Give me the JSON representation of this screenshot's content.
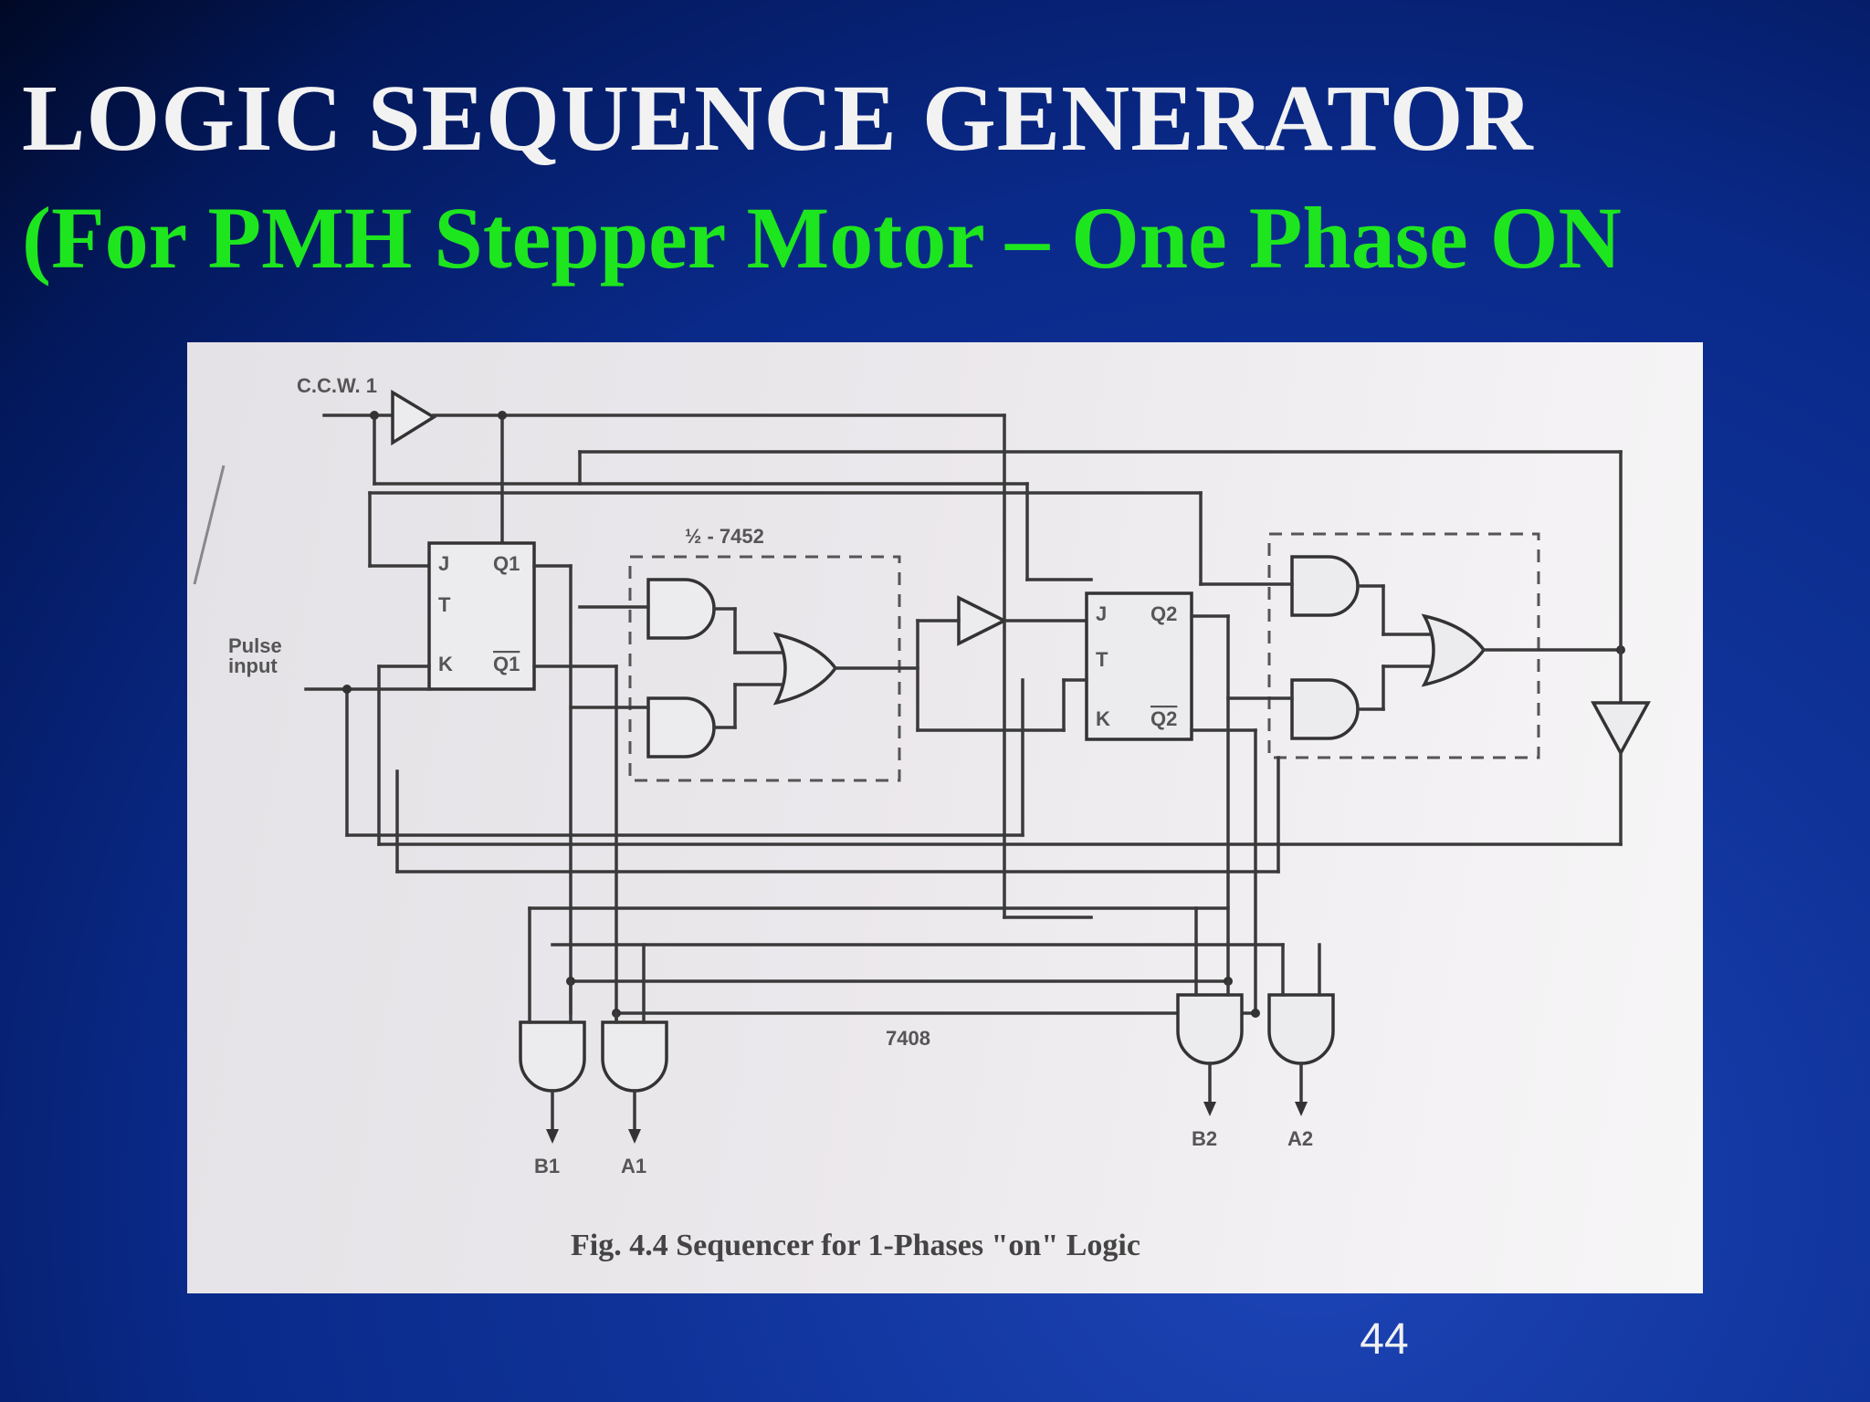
{
  "slide": {
    "title": "LOGIC SEQUENCE GENERATOR",
    "subtitle": "(For PMH Stepper Motor – One Phase ON",
    "page_number": "44"
  },
  "figure": {
    "caption": "Fig. 4.4 Sequencer for 1-Phases \"on\" Logic",
    "labels": {
      "ccw": "C.C.W. 1",
      "ic_gate": "½ - 7452",
      "pulse_input": [
        "Pulse",
        "input"
      ],
      "ff1": {
        "j": "J",
        "t": "T",
        "k": "K",
        "q": "Q1",
        "qbar": "Q1"
      },
      "ff2": {
        "j": "J",
        "t": "T",
        "k": "K",
        "q": "Q2",
        "qbar": "Q2"
      },
      "ic_and": "7408",
      "outputs": [
        "B1",
        "A1",
        "B2",
        "A2"
      ]
    }
  },
  "colors": {
    "title": "#f2f2f2",
    "subtitle": "#1ee61e",
    "background": "#0a2a8a",
    "panel": "#ebe8ec"
  }
}
